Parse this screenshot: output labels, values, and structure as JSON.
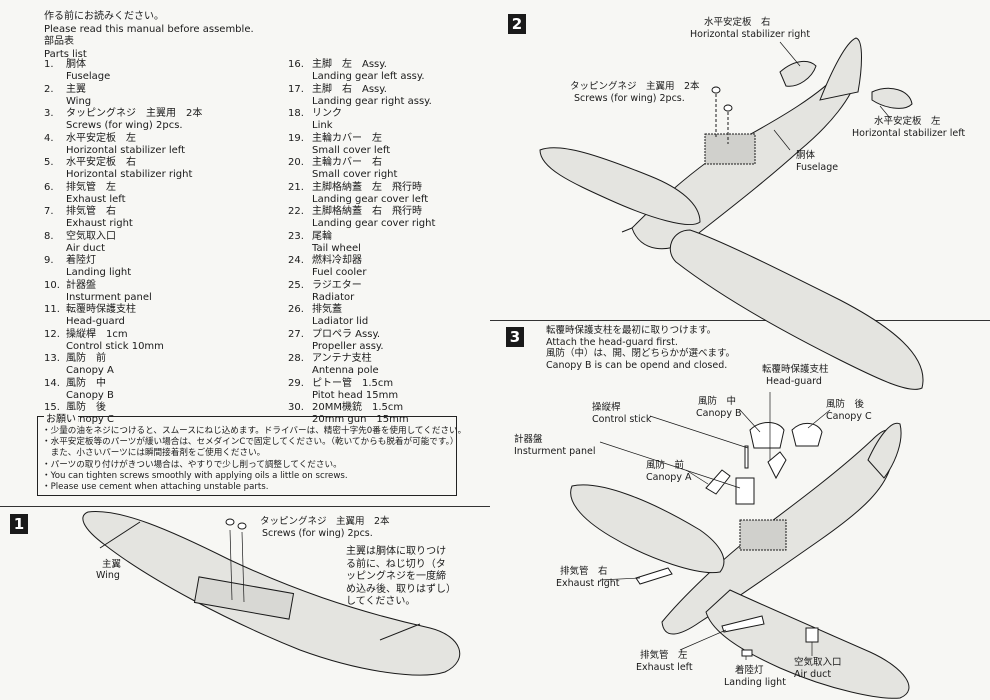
{
  "intro": {
    "line_ja": "作る前にお読みください。",
    "line_en": "Please read this manual before  assemble.",
    "parts_ja": "部品表",
    "parts_en": "Parts list"
  },
  "parts_left": [
    {
      "num": "1.",
      "ja": "胴体",
      "en": "Fuselage"
    },
    {
      "num": "2.",
      "ja": "主翼",
      "en": "Wing"
    },
    {
      "num": "3.",
      "ja": "タッピングネジ　主翼用　2本",
      "en": "Screws (for wing) 2pcs."
    },
    {
      "num": "4.",
      "ja": "水平安定板　左",
      "en": "Horizontal stabilizer left"
    },
    {
      "num": "5.",
      "ja": "水平安定板　右",
      "en": "Horizontal stabilizer right"
    },
    {
      "num": "6.",
      "ja": "排気管　左",
      "en": "Exhaust left"
    },
    {
      "num": "7.",
      "ja": "排気管　右",
      "en": "Exhaust right"
    },
    {
      "num": "8.",
      "ja": "空気取入口",
      "en": "Air duct"
    },
    {
      "num": "9.",
      "ja": "着陸灯",
      "en": "Landing light"
    },
    {
      "num": "10.",
      "ja": "計器盤",
      "en": "Insturment panel"
    },
    {
      "num": "11.",
      "ja": "転覆時保護支柱",
      "en": "Head-guard"
    },
    {
      "num": "12.",
      "ja": "操縦桿　1cm",
      "en": "Control stick 10mm"
    },
    {
      "num": "13.",
      "ja": "風防　前",
      "en": "Canopy A"
    },
    {
      "num": "14.",
      "ja": "風防　中",
      "en": "Canopy B"
    },
    {
      "num": "15.",
      "ja": "風防　後",
      "en": "Canopy C"
    }
  ],
  "parts_right": [
    {
      "num": "16.",
      "ja": "主脚　左　Assy.",
      "en": "Landing gear left assy."
    },
    {
      "num": "17.",
      "ja": "主脚　右　Assy.",
      "en": "Landing gear right assy."
    },
    {
      "num": "18.",
      "ja": "リンク",
      "en": "Link"
    },
    {
      "num": "19.",
      "ja": "主輪カバー　左",
      "en": "Small cover left"
    },
    {
      "num": "20.",
      "ja": "主輪カバー　右",
      "en": "Small cover right"
    },
    {
      "num": "21.",
      "ja": "主脚格納蓋　左　飛行時",
      "en": "Landing gear cover left"
    },
    {
      "num": "22.",
      "ja": "主脚格納蓋　右　飛行時",
      "en": "Landing gear cover right"
    },
    {
      "num": "23.",
      "ja": "尾輪",
      "en": "Tail wheel"
    },
    {
      "num": "24.",
      "ja": "燃料冷却器",
      "en": "Fuel cooler"
    },
    {
      "num": "25.",
      "ja": "ラジエター",
      "en": "Radiator"
    },
    {
      "num": "26.",
      "ja": "排気蓋",
      "en": "Ladiator lid"
    },
    {
      "num": "27.",
      "ja": "プロペラ Assy.",
      "en": "Propeller assy."
    },
    {
      "num": "28.",
      "ja": "アンテナ支柱",
      "en": "Antenna pole"
    },
    {
      "num": "29.",
      "ja": "ピトー管　1.5cm",
      "en": "Pitot head 15mm"
    },
    {
      "num": "30.",
      "ja": "20MM機銃　1.5cm",
      "en": "20mm gun　15mm"
    }
  ],
  "notes": {
    "title": "お願い",
    "lines": [
      "・少量の油をネジにつけると、スムースにねじ込めます。ドライバーは、精密十字先0番を使用してください。",
      "・水平安定板等のパーツが緩い場合は、セメダインCで固定してください。（乾いてからも脱着が可能です。）",
      "　また、小さいパーツには瞬間接着剤をご使用ください。",
      "・パーツの取り付けがきつい場合は、やすりで少し削って調整してください。",
      "・You can tighten screws smoothly with applying oils a little on screws.",
      "・Please use cement when attaching unstable parts."
    ]
  },
  "step1": {
    "num": "1",
    "screws_ja": "タッピングネジ　主翼用　2本",
    "screws_en": "Screws (for wing) 2pcs.",
    "wing_ja": "主翼",
    "wing_en": "Wing",
    "note_lines": [
      "主翼は胴体に取りつけ",
      "る前に、ねじ切り（タ",
      "ッピングネジを一度締",
      "め込み後、取りはずし）",
      "してください。"
    ]
  },
  "step2": {
    "num": "2",
    "hstab_r_ja": "水平安定板　右",
    "hstab_r_en": "Horizontal stabilizer right",
    "screws_ja": "タッピングネジ　主翼用　2本",
    "screws_en": "Screws (for wing) 2pcs.",
    "hstab_l_ja": "水平安定板　左",
    "hstab_l_en": "Horizontal stabilizer left",
    "fuselage_ja": "胴体",
    "fuselage_en": "Fuselage"
  },
  "step3": {
    "num": "3",
    "instr_lines": [
      "転覆時保護支柱を最初に取りつけます。",
      "Attach the head-guard first.",
      "風防（中）は、開、閉どちらかが選べます。",
      "Canopy B is can be opend and closed."
    ],
    "headguard_ja": "転覆時保護支柱",
    "headguard_en": "Head-guard",
    "stick_ja": "操縦桿",
    "stick_en": "Control stick",
    "canopyb_ja": "風防　中",
    "canopyb_en": "Canopy B",
    "canopyc_ja": "風防　後",
    "canopyc_en": "Canopy C",
    "panel_ja": "計器盤",
    "panel_en": "Insturment panel",
    "canopya_ja": "風防　前",
    "canopya_en": "Canopy A",
    "exr_ja": "排気管　右",
    "exr_en": "Exhaust right",
    "exl_ja": "排気管　左",
    "exl_en": "Exhaust left",
    "light_ja": "着陸灯",
    "light_en": "Landing light",
    "duct_ja": "空気取入口",
    "duct_en": "Air duct"
  }
}
